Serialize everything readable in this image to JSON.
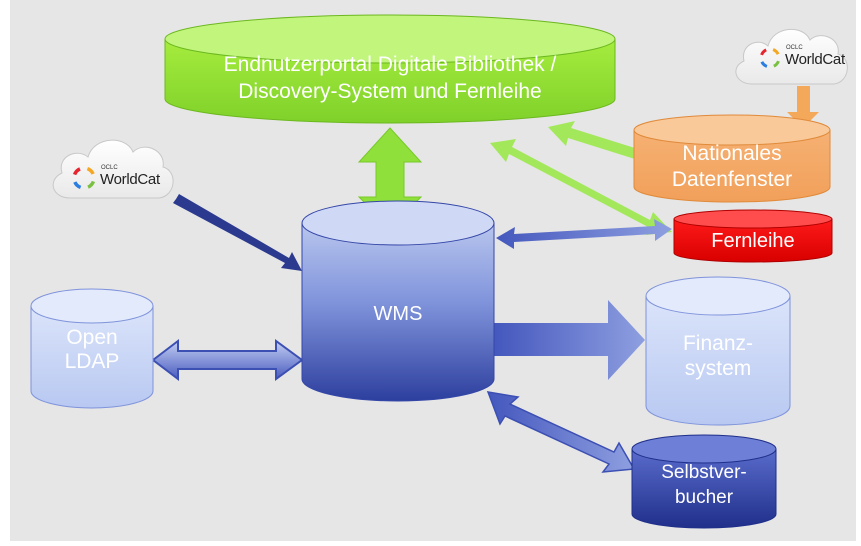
{
  "nodes": {
    "portal": {
      "label": "Endnutzerportal Digitale Bibliothek /\nDiscovery-System und Fernleihe"
    },
    "datenfenster": {
      "label": "Nationales\nDatenfenster"
    },
    "fernleihe": {
      "label": "Fernleihe"
    },
    "wms": {
      "label": "WMS"
    },
    "ldap": {
      "label": "Open\nLDAP"
    },
    "finanz": {
      "label": "Finanz-\nsystem"
    },
    "selbst": {
      "label": "Selbstver-\nbucher"
    }
  },
  "worldcat": {
    "brand": "WorldCat",
    "prefix": "OCLC"
  },
  "colors": {
    "background": "#e6e6e6",
    "green": "#92d050",
    "orange": "#f4b183",
    "red": "#ff0000",
    "blue": "#2e3d9a",
    "light_blue": "#c9d6f5"
  }
}
